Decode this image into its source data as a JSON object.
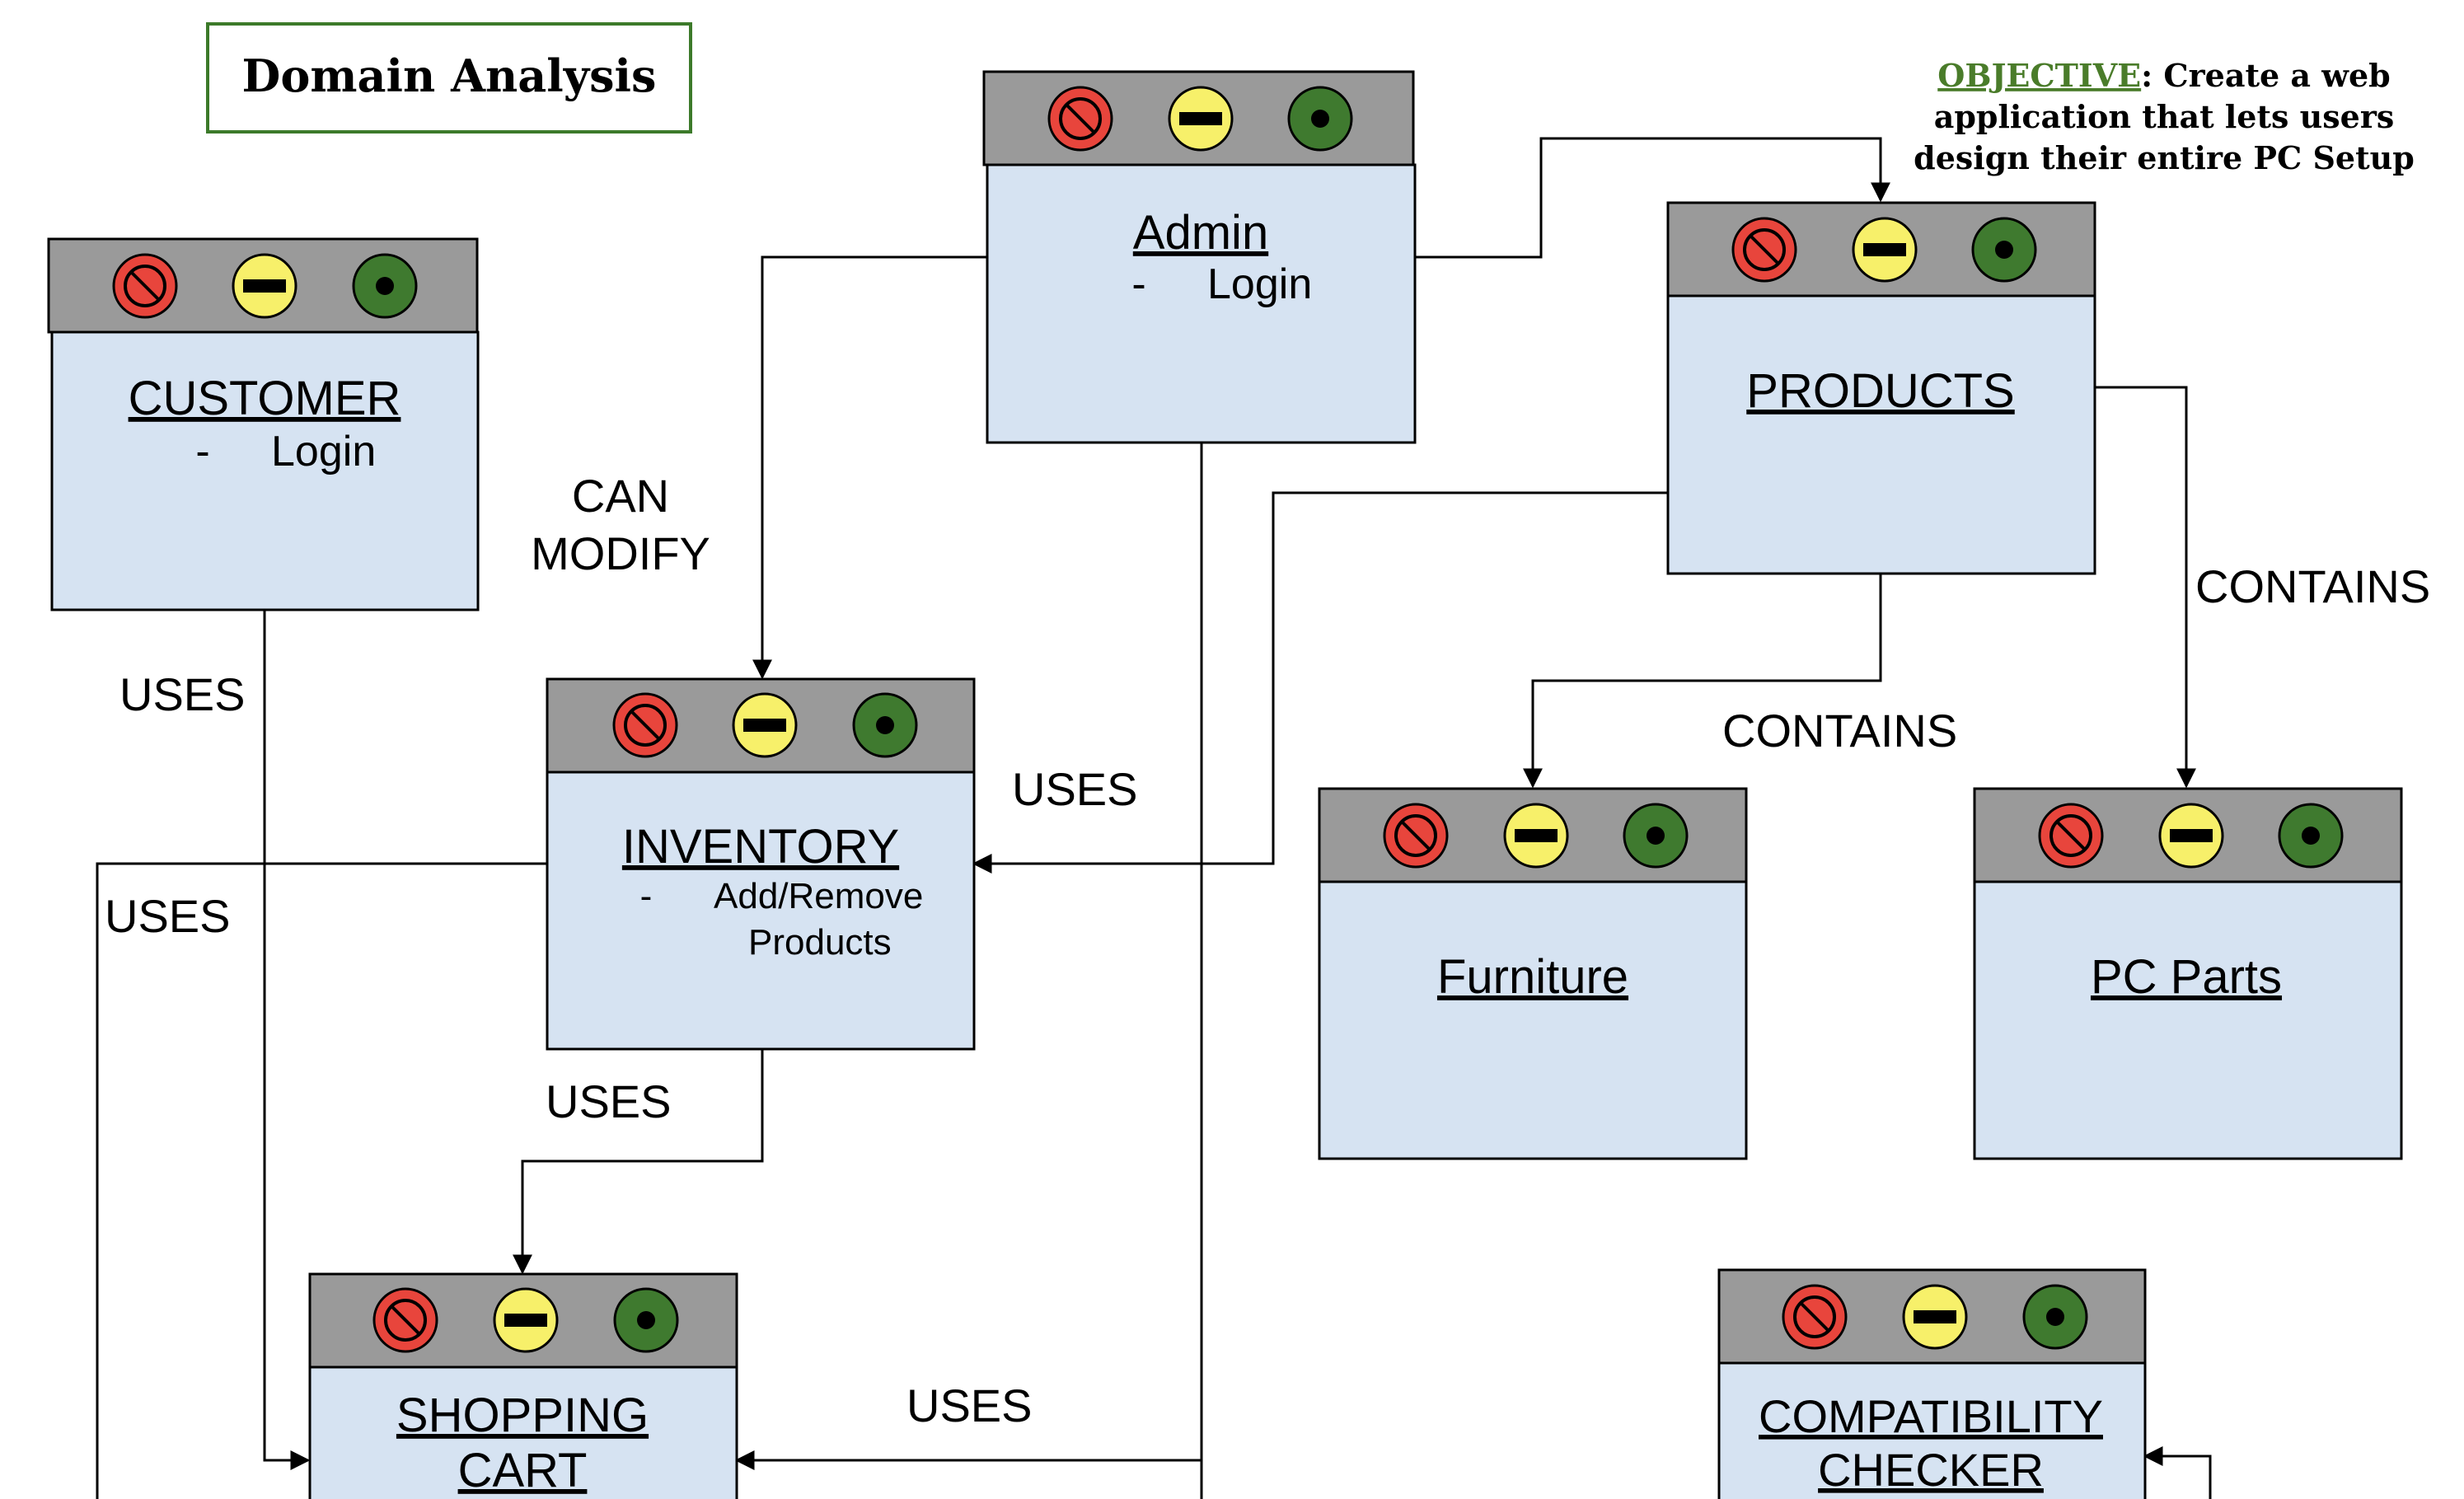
{
  "title": "Domain Analysis",
  "objective": {
    "keyword": "OBJECTIVE",
    "lines": [
      ": Create a web",
      "application that lets  users",
      "design their entire  PC Setup"
    ]
  },
  "colors": {
    "title_border": "#3c7a2a",
    "objective_keyword": "#4a7c2a",
    "window_bar": "#9a9a9a",
    "window_body": "#d6e3f2",
    "close_button": "#e8453c",
    "minimize_button": "#f7f06a",
    "maximize_button": "#3f7a2f"
  },
  "window_icons": [
    "prohibited-close-icon",
    "minus-minimize-icon",
    "dot-maximize-icon"
  ],
  "entities": {
    "admin": {
      "name": "Admin",
      "items": [
        {
          "bullet": "-",
          "text": "Login"
        }
      ]
    },
    "customer": {
      "name": "CUSTOMER",
      "items": [
        {
          "bullet": "-",
          "text": "Login"
        }
      ]
    },
    "products": {
      "name": "PRODUCTS",
      "items": []
    },
    "inventory": {
      "name": "INVENTORY",
      "items": [
        {
          "bullet": "-",
          "text": "Add/Remove",
          "cont": "Products"
        }
      ]
    },
    "furniture": {
      "name": "Furniture",
      "items": []
    },
    "pc_parts": {
      "name": "PC Parts",
      "items": []
    },
    "shopping_cart": {
      "name_lines": [
        "SHOPPING",
        "CART"
      ],
      "items": []
    },
    "compatibility_checker": {
      "name_lines": [
        "COMPATIBILITY",
        "CHECKER"
      ],
      "items": []
    }
  },
  "relations": {
    "admin_inventory": [
      "CAN",
      "MODIFY"
    ],
    "customer_cart": "USES",
    "inventory_customer_side": "USES",
    "inventory_cart": "USES",
    "products_inventory": "USES",
    "admin_cart": "USES",
    "products_furniture": "CONTAINS",
    "products_pcparts": "CONTAINS"
  }
}
